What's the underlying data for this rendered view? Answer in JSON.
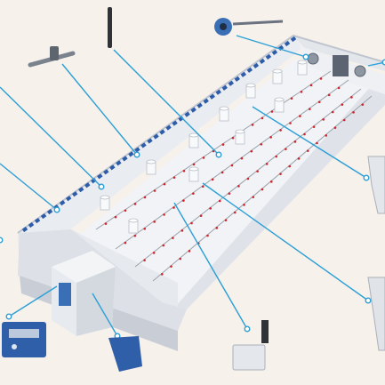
{
  "diagram": {
    "subject": "poultry-house-equipment-layout",
    "colors": {
      "background": "#f7f1ec",
      "house_body": "#e9ecf1",
      "house_shadow": "#c9ced6",
      "roof_edge": "#d7dce3",
      "callout_line": "#2b9fd6",
      "callout_dot": "#2b9fd6",
      "drinker_line": "#9aa3ad",
      "nipple_red": "#d2232a",
      "window_blue": "#2d5ca8",
      "device_blue": "#2f5fa8",
      "device_steel": "#d9dde2"
    },
    "callouts": [
      {
        "name": "antenna-callout"
      },
      {
        "name": "duct-fan-callout"
      },
      {
        "name": "sidewall-sensor-callout"
      },
      {
        "name": "inlet-callout-1"
      },
      {
        "name": "inlet-callout-2"
      },
      {
        "name": "nipple-callout"
      },
      {
        "name": "chimney-callout"
      },
      {
        "name": "feeder-pan-callout"
      },
      {
        "name": "hopper-callout"
      },
      {
        "name": "controller-callout"
      },
      {
        "name": "gable-fan-callout"
      },
      {
        "name": "climate-sensor-callout"
      }
    ],
    "equipment_icons": [
      "antenna-icon",
      "temperature-probe-icon",
      "duct-fan-icon",
      "pipe-clamp-icon",
      "ceiling-chimney-icon",
      "feeder-hopper-icon",
      "feed-pan-icon",
      "control-panel-icon",
      "climate-sensor-icon"
    ]
  }
}
